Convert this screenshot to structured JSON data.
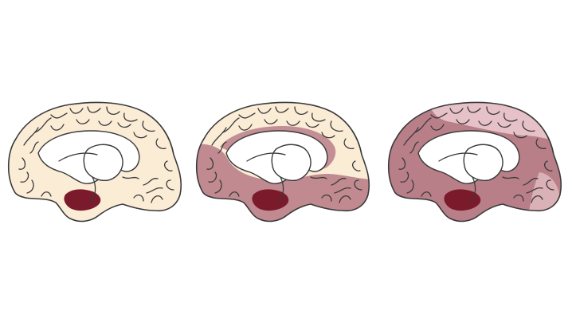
{
  "figure": {
    "panels": [
      {
        "id": "stage-1",
        "base_color": "#fbecd6",
        "region_color": "#c48c94",
        "core_color": "#7a1a2a",
        "spread": 0
      },
      {
        "id": "stage-2",
        "base_color": "#fbecd6",
        "region_color": "#b97f88",
        "core_color": "#7a1a2a",
        "spread": 1
      },
      {
        "id": "stage-3",
        "base_color": "#b97f88",
        "region_color": "#e8c6cb",
        "core_color": "#7a1a2a",
        "spread": 2
      }
    ],
    "colors": {
      "outline": "#3a3a3a",
      "cream": "#fbecd6",
      "rose": "#b97f88",
      "light-rose": "#e8c6cb",
      "dark-core": "#7a1a2a"
    }
  }
}
